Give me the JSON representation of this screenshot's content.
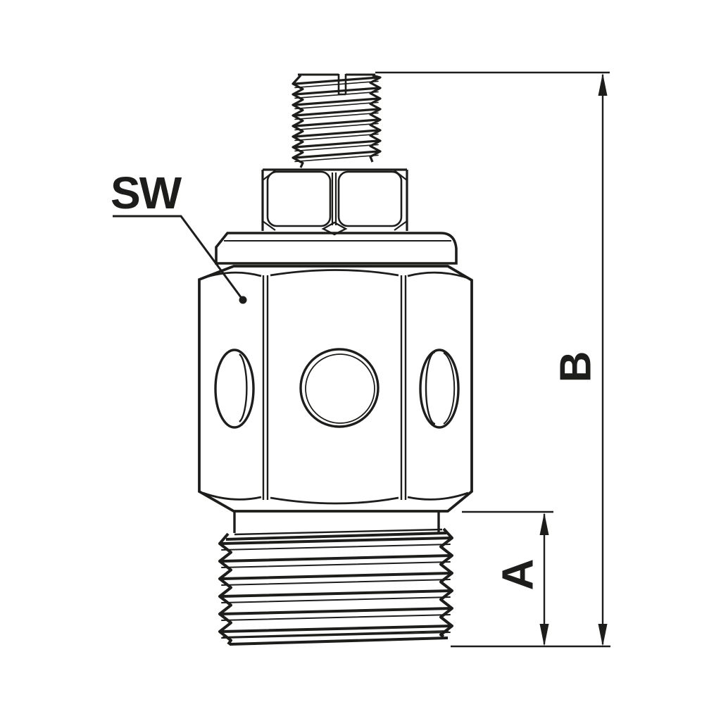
{
  "labels": {
    "wrench_size": "SW",
    "dim_thread_length": "A",
    "dim_overall_height": "B"
  },
  "colors": {
    "line": "#1d1d1b",
    "background": "#ffffff"
  }
}
